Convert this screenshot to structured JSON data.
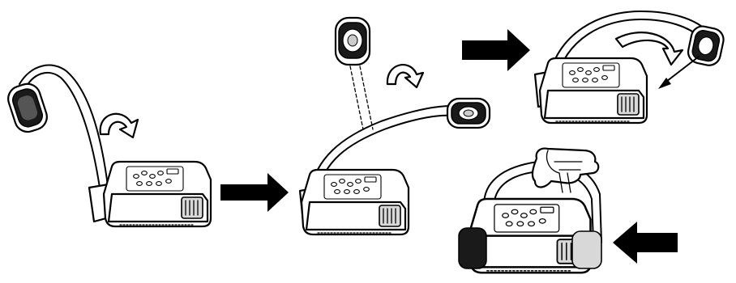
{
  "figure": {
    "steps": [
      "step-1-camera-unfolded",
      "step-2-rotate-camera-head",
      "step-3-fold-arm-over-body",
      "step-4-press-arm-down"
    ],
    "icons": [
      "curved-rotation-arrow-icon",
      "solid-right-arrow-icon",
      "solid-left-arrow-icon",
      "pointing-hand-icon",
      "thin-diagonal-arrow-icon"
    ],
    "colors": {
      "line": "#000000",
      "fill": "#ffffff",
      "shade": "#1a1a1a"
    }
  }
}
